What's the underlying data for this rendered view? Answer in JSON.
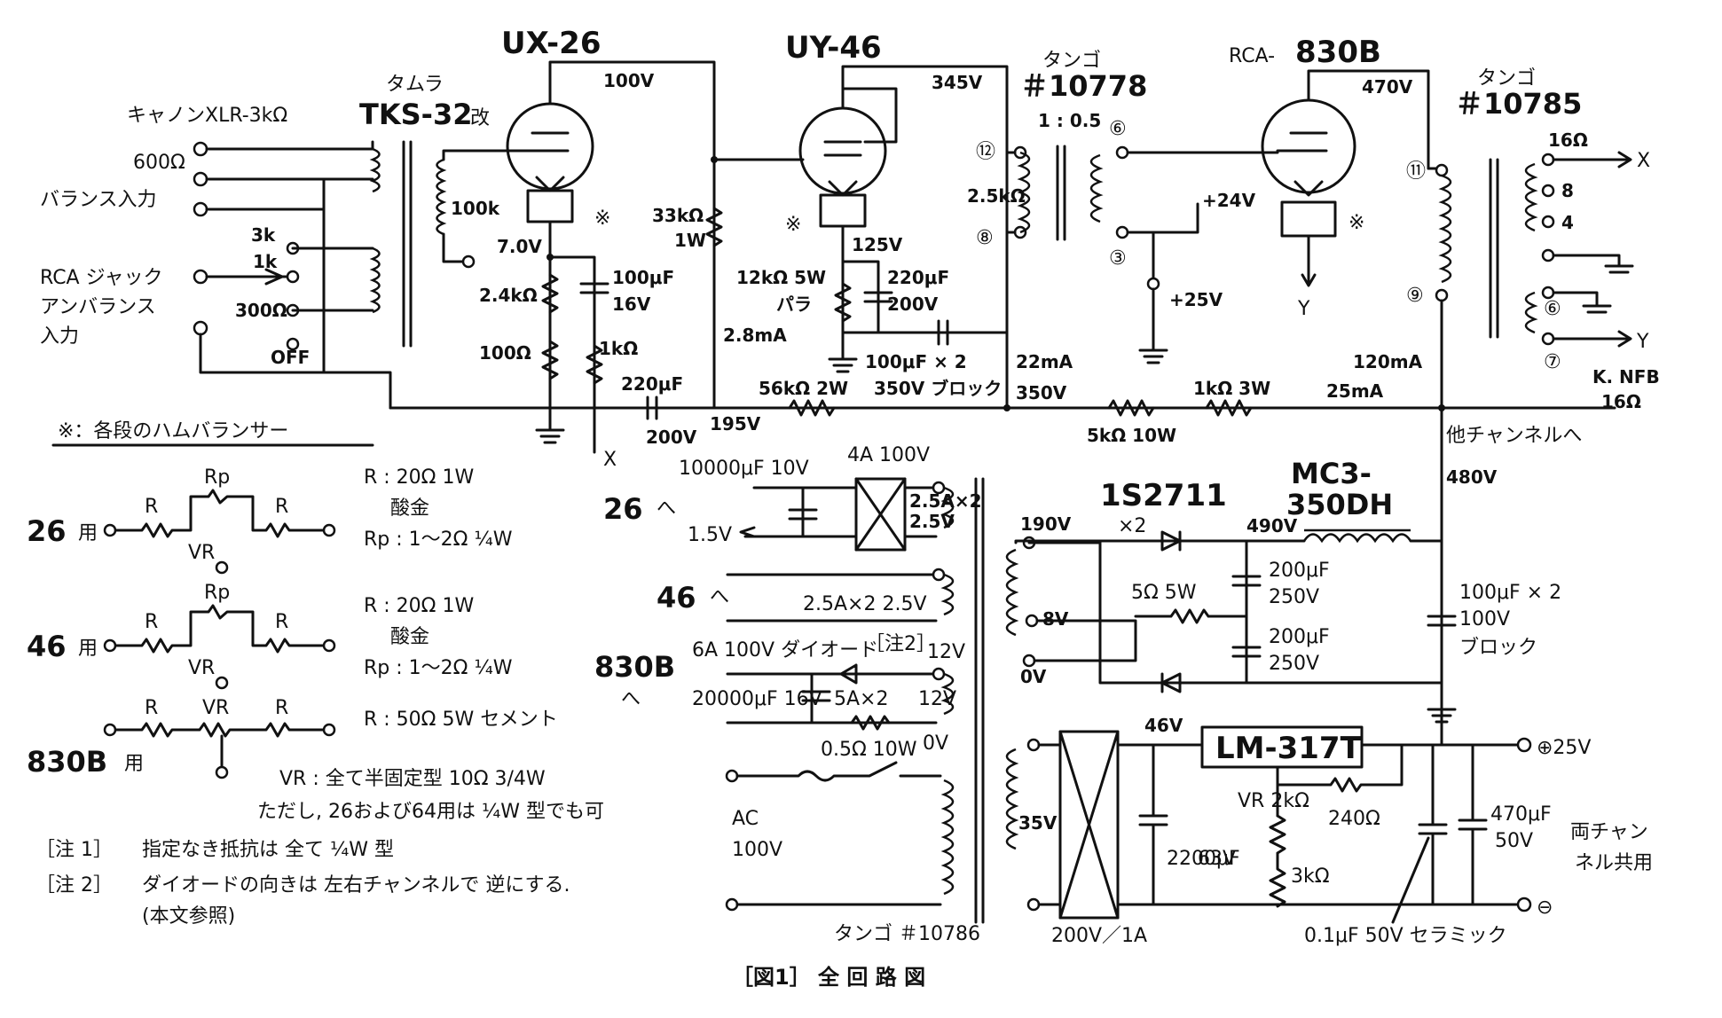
{
  "tubes": {
    "ux26": "UX-26",
    "uy46": "UY-46",
    "rca_prefix": "RCA-",
    "rca830b": "830B"
  },
  "input": {
    "xlr": "キャノンXLR-3kΩ",
    "ohm600": "600Ω",
    "balance": "バランス入力",
    "k3": "3k",
    "k1": "1k",
    "ohm300": "300Ω",
    "off": "OFF",
    "rca1": "RCA ジャック",
    "rca2": "アンバランス",
    "rca3": "入力"
  },
  "tamura": {
    "maker": "タムラ",
    "model": "TKS-32",
    "mod": "改",
    "r100k": "100k"
  },
  "stage1": {
    "v100": "100V",
    "v7": "7.0V",
    "r24k": "2.4kΩ",
    "r100": "100Ω",
    "c100u": "100μF",
    "c16v": "16V",
    "r1k": "1kΩ",
    "c220u": "220μF",
    "c200v": "200V",
    "v195": "195V",
    "r33k": "33kΩ",
    "w1": "1W",
    "ma28": "2.8mA",
    "x": "X"
  },
  "stage2": {
    "v345": "345V",
    "v125": "125V",
    "r12k": "12kΩ 5W",
    "para": "パラ",
    "c220u": "220μF",
    "c200v": "200V",
    "c100x2": "100μF × 2",
    "blk": "350V ブロック",
    "r56k": "56kΩ 2W",
    "ma22": "22mA",
    "v350": "350V"
  },
  "tango1": {
    "maker": "タンゴ",
    "model": "＃10778",
    "ratio": "1 : 0.5",
    "p12": "⑫",
    "p6": "⑥",
    "r25k": "2.5kΩ",
    "p8": "⑧",
    "p3": "③",
    "v24": "+24V",
    "v25": "+25V"
  },
  "out": {
    "v470": "470V",
    "y": "Y",
    "maker": "タンゴ",
    "model": "＃10785",
    "p11": "⑪",
    "p9": "⑨",
    "o16": "16Ω",
    "o8": "8",
    "o4": "4",
    "p6": "⑥",
    "p7": "⑦",
    "x": "X",
    "y2": "Y",
    "knfb": "K. NFB",
    "knfb16": "16Ω",
    "ma120": "120mA",
    "ma25": "25mA",
    "r5k": "5kΩ 10W",
    "r1k": "1kΩ 3W",
    "other": "他チャンネルへ",
    "v480": "480V"
  },
  "hum": {
    "title": "※：各段のハムバランサー",
    "rp": "Rp",
    "r": "R",
    "vr": "VR",
    "u26": "26",
    "u46": "46",
    "u830": "830B",
    "yo": "用",
    "d1": "R :  20Ω 1W",
    "d2": "酸金",
    "d3": "Rp : 1～2Ω ¼W",
    "d4": "R :  50Ω 5W セメント",
    "d5": "VR : 全て半固定型  10Ω 3/4W",
    "d6": "ただし, 26および64用は ¼W 型でも可"
  },
  "notes": {
    "n1a": "［注 1］",
    "n1b": "指定なき抵抗は 全て ¼W 型",
    "n2a": "［注 2］",
    "n2b": "ダイオードの向きは 左右チャンネルで 逆にする.",
    "n2c": "(本文参照)"
  },
  "power": {
    "c10000": "10000μF  10V",
    "bridge4a": "4A 100V",
    "to26": "26",
    "he": "へ",
    "v15": "1.5V",
    "f25a": "2.5A×2",
    "f25v": "2.5V",
    "to46": "46",
    "f25a2": "2.5A×2  2.5V",
    "diode6a": "6A 100V ダイオード",
    "note2": "［注2］",
    "v12": "12V",
    "to830": "830B",
    "c20000": "20000μF 16V",
    "f5a": "5A×2",
    "v12b": "12V",
    "r05": "0.5Ω 10W",
    "v0": "0V",
    "ac": "AC",
    "ac100": "100V",
    "tangoPT": "タンゴ ＃10786",
    "v190": "190V",
    "v8": "8V",
    "v0b": "0V",
    "d1s": "1S2711",
    "x2": "×2",
    "v490": "490V",
    "mc": "MC3-",
    "mc2": "350DH",
    "c200a": "200μF",
    "c250a": "250V",
    "c200b": "200μF",
    "c250b": "250V",
    "r5": "5Ω 5W",
    "cblk1": "100μF × 2",
    "cblk2": "100V",
    "cblk3": "ブロック",
    "v46": "46V",
    "lm": "LM-317T",
    "vr2k": "VR 2kΩ",
    "r240": "240Ω",
    "r3k": "3kΩ",
    "c2200": "2200μF",
    "c63": "63V",
    "c470": "470μF",
    "c50": "50V",
    "both1": "両チャン",
    "both2": "ネル共用",
    "v35": "35V",
    "br200": "200V／1A",
    "cer": "0.1μF 50V セラミック",
    "p25": "⊕25V",
    "neg": "⊖"
  },
  "caption": "［図1］  全 回 路 図"
}
